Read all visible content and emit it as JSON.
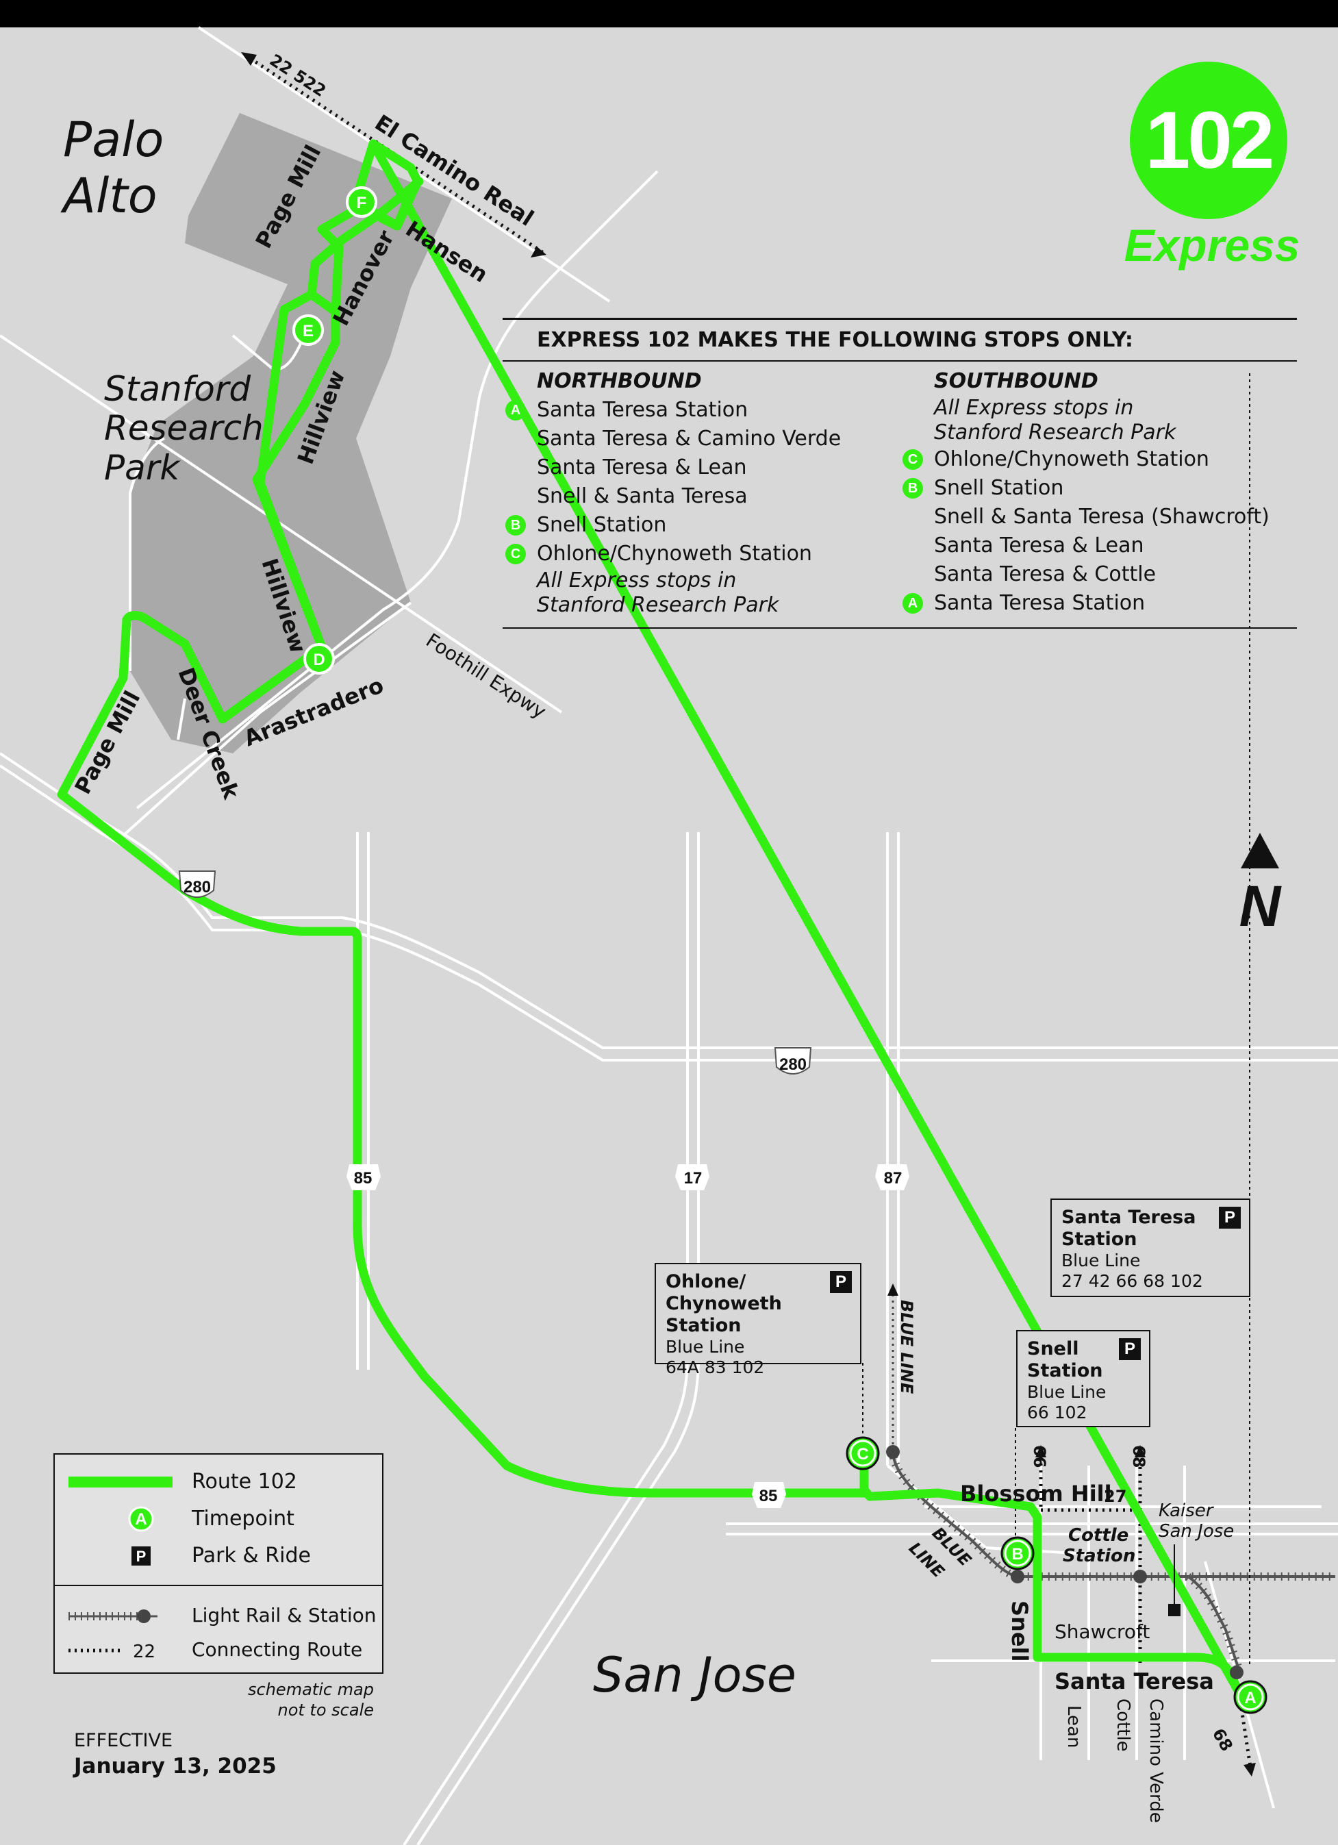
{
  "route": {
    "number": "102",
    "label": "Express",
    "color": "#33ee11"
  },
  "places": {
    "palo_alto": [
      "Palo",
      "Alto"
    ],
    "stanford": [
      "Stanford",
      "Research",
      "Park"
    ],
    "san_jose": "San Jose"
  },
  "streets": {
    "el_camino": "El Camino Real",
    "hansen": "Hansen",
    "page_mill": "Page Mill",
    "hanover": "Hanover",
    "hillview": "Hillview",
    "arastradero": "Arastradero",
    "deer_creek": "Deer Creek",
    "foothill": "Foothill Expwy",
    "blossom_hill": "Blossom Hill",
    "snell": "Snell",
    "shawcroft": "Shawcroft",
    "santa_teresa": "Santa Teresa",
    "lean": "Lean",
    "cottle": "Cottle",
    "camino_verde": "Camino Verde",
    "cottle_station": [
      "Cottle",
      "Station"
    ],
    "kaiser": [
      "Kaiser",
      "San Jose"
    ],
    "blue_line_north": "BLUE LINE",
    "blue_line_diag": [
      "BLUE",
      "LINE"
    ]
  },
  "connecting_routes": {
    "el_camino": "22  522",
    "r66": "66",
    "r68_north": "68",
    "r27": "27",
    "r68_south": "68"
  },
  "highways": {
    "i280_west": "280",
    "i280_east": "280",
    "sr85_north": "85",
    "sr85_south": "85",
    "sr17": "17",
    "sr87": "87"
  },
  "north_arrow": "N",
  "stops": {
    "A": "A",
    "B": "B",
    "C": "C",
    "D": "D",
    "E": "E",
    "F": "F"
  },
  "panel": {
    "heading": "EXPRESS 102 MAKES THE FOLLOWING STOPS ONLY:",
    "northbound": {
      "title": "NORTHBOUND",
      "stops": [
        {
          "badge": "A",
          "name": "Santa Teresa Station"
        },
        {
          "badge": "",
          "name": "Santa Teresa & Camino Verde"
        },
        {
          "badge": "",
          "name": "Santa Teresa & Lean"
        },
        {
          "badge": "",
          "name": "Snell & Santa Teresa"
        },
        {
          "badge": "B",
          "name": "Snell Station"
        },
        {
          "badge": "C",
          "name": "Ohlone/Chynoweth Station"
        }
      ],
      "note": [
        "All Express stops in",
        "Stanford Research Park"
      ]
    },
    "southbound": {
      "title": "SOUTHBOUND",
      "note": [
        "All Express stops in",
        "Stanford Research Park"
      ],
      "stops": [
        {
          "badge": "C",
          "name": "Ohlone/Chynoweth Station"
        },
        {
          "badge": "B",
          "name": "Snell Station"
        },
        {
          "badge": "",
          "name": "Snell & Santa Teresa (Shawcroft)"
        },
        {
          "badge": "",
          "name": "Santa Teresa & Lean"
        },
        {
          "badge": "",
          "name": "Santa Teresa & Cottle"
        },
        {
          "badge": "A",
          "name": "Santa Teresa Station"
        }
      ]
    }
  },
  "station_boxes": {
    "ohlone": {
      "name": "Ohlone/ Chynoweth Station",
      "line": "Blue Line",
      "routes": "64A  83  102",
      "park": "P"
    },
    "santa_teresa": {
      "name": "Santa Teresa Station",
      "line": "Blue Line",
      "routes": "27  42  66  68  102",
      "park": "P"
    },
    "snell": {
      "name": "Snell Station",
      "line": "Blue Line",
      "routes": "66  102",
      "park": "P"
    }
  },
  "legend": {
    "route": "Route 102",
    "timepoint": "Timepoint",
    "timepoint_badge": "A",
    "park": "Park & Ride",
    "park_badge": "P",
    "light_rail": "Light Rail & Station",
    "connecting": "Connecting Route",
    "connecting_num": "22"
  },
  "scale_note": [
    "schematic map",
    "not to scale"
  ],
  "effective": {
    "label": "EFFECTIVE",
    "date": "January 13, 2025"
  }
}
